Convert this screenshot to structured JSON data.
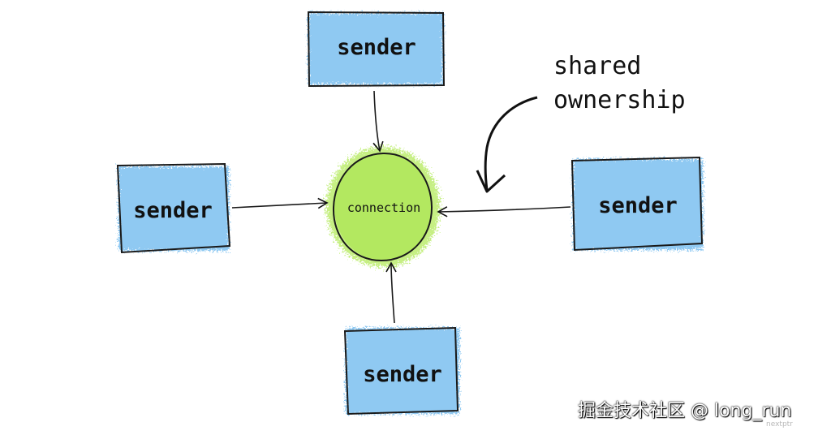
{
  "diagram": {
    "center_node": {
      "label": "connection",
      "fill_color": "#a6e24a"
    },
    "senders": [
      {
        "id": "top",
        "label": "sender"
      },
      {
        "id": "left",
        "label": "sender"
      },
      {
        "id": "right",
        "label": "sender"
      },
      {
        "id": "bottom",
        "label": "sender"
      }
    ],
    "sender_fill_color": "#6fb8ee",
    "annotation": {
      "line1": "shared",
      "line2": "ownership"
    }
  },
  "watermark": {
    "main": "掘金技术社区 @ long_run",
    "small": "nextptr"
  }
}
